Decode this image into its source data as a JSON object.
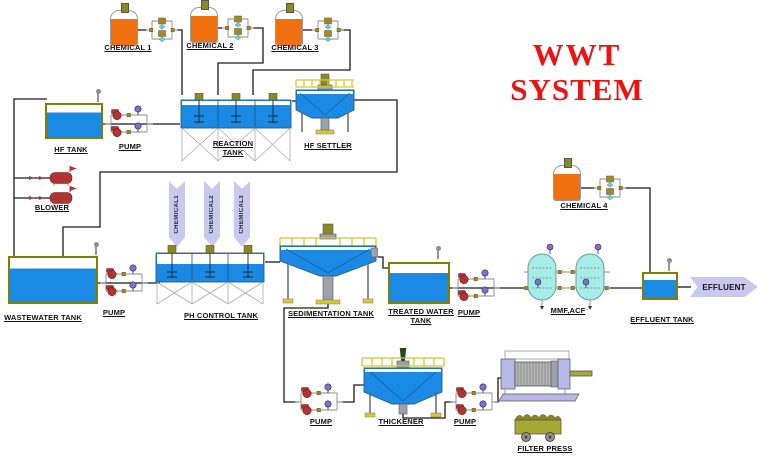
{
  "title": {
    "line1": "WWT",
    "line2": "SYSTEM"
  },
  "labels": {
    "chemical1": "CHEMICAL 1",
    "chemical2": "CHEMICAL 2",
    "chemical3": "CHEMICAL 3",
    "chemical4": "CHEMICAL 4",
    "hf_tank": "HF TANK",
    "pump": "PUMP",
    "reaction_line1": "REACTION",
    "reaction_line2": "TANK",
    "hf_settler": "HF SETTLER",
    "blower": "BLOWER",
    "wastewater_tank": "WASTEWATER TANK",
    "ph_control_tank": "PH CONTROL TANK",
    "sedimentation_tank": "SEDIMENTATION TANK",
    "treated_line1": "TREATED WATER",
    "treated_line2": "TANK",
    "mmf_acf": "MMF,ACF",
    "effluent_tank": "EFFLUENT TANK",
    "thickener": "THICKENER",
    "filter_press": "FILTER PRESS"
  },
  "annotations": {
    "chem_arrow1": "CHEMICAL1",
    "chem_arrow2": "CHEMICAL2",
    "chem_arrow3": "CHEMICAL3",
    "effluent": "EFFLUENT"
  },
  "colors": {
    "title": "#ee1111",
    "water": "#1b8ae4",
    "tank_border": "#7f7f00",
    "chemical": "#f07010",
    "pump_red": "#b03434",
    "gauge_purple": "#7b6fd8",
    "arrow_fill": "#c9c9f0",
    "mmf_fill": "#a5eee8",
    "railing": "#d8c830",
    "press_frame": "#b8b8e8",
    "cart": "#a8a832"
  }
}
